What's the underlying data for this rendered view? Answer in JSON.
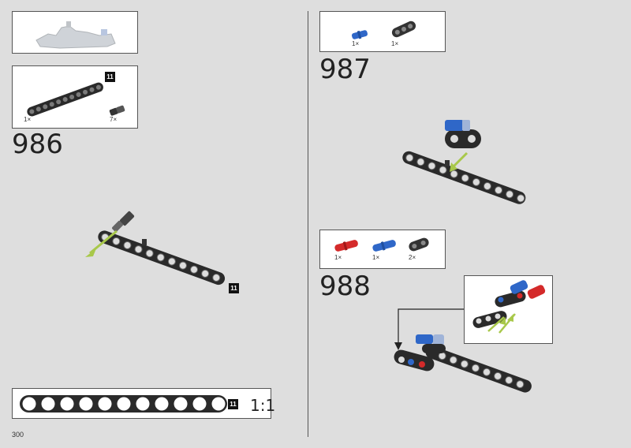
{
  "page": {
    "number": "300",
    "background": "#dedede"
  },
  "colors": {
    "beam": "#2a2a2a",
    "hole": "#7a7a7a",
    "blue": "#2f67c8",
    "red": "#d42a2a",
    "arrow": "#a8c84a"
  },
  "step_986": {
    "number": "986",
    "parts": [
      {
        "icon": "beam-11-icon",
        "qty": "1×",
        "size_badge": "11"
      },
      {
        "icon": "connector-peg-icon",
        "qty": "7×"
      }
    ],
    "assembly_badge": "11"
  },
  "step_987": {
    "number": "987",
    "parts": [
      {
        "icon": "blue-axle-pin-icon",
        "qty": "1×"
      },
      {
        "icon": "dark-connector-icon",
        "qty": "1×"
      }
    ]
  },
  "step_988": {
    "number": "988",
    "parts": [
      {
        "icon": "red-axle-pin-icon",
        "qty": "1×"
      },
      {
        "icon": "blue-axle-pin-icon",
        "qty": "1×"
      },
      {
        "icon": "dark-link-icon",
        "qty": "2×"
      }
    ]
  },
  "scale_reference": {
    "badge": "11",
    "label": "1:1"
  }
}
